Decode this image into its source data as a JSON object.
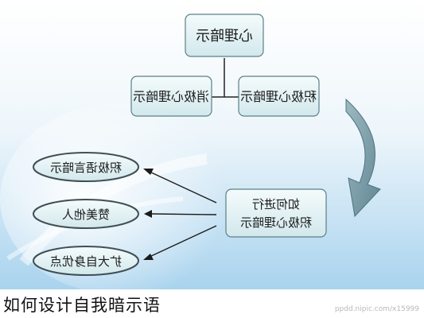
{
  "diagram": {
    "root": {
      "label": "心理暗示"
    },
    "branches": [
      {
        "label": "消极心理暗示"
      },
      {
        "label": "积极心理暗示"
      }
    ],
    "method": {
      "line1": "如何进行",
      "line2": "积极心理暗示"
    },
    "outcomes": [
      {
        "label": "积极语言暗示"
      },
      {
        "label": "赞美他人"
      },
      {
        "label": "扩大自身优点"
      }
    ],
    "mirrored": true
  },
  "caption": "如何设计自我暗示语",
  "watermark": "ppdd.nipic.com/x15999"
}
